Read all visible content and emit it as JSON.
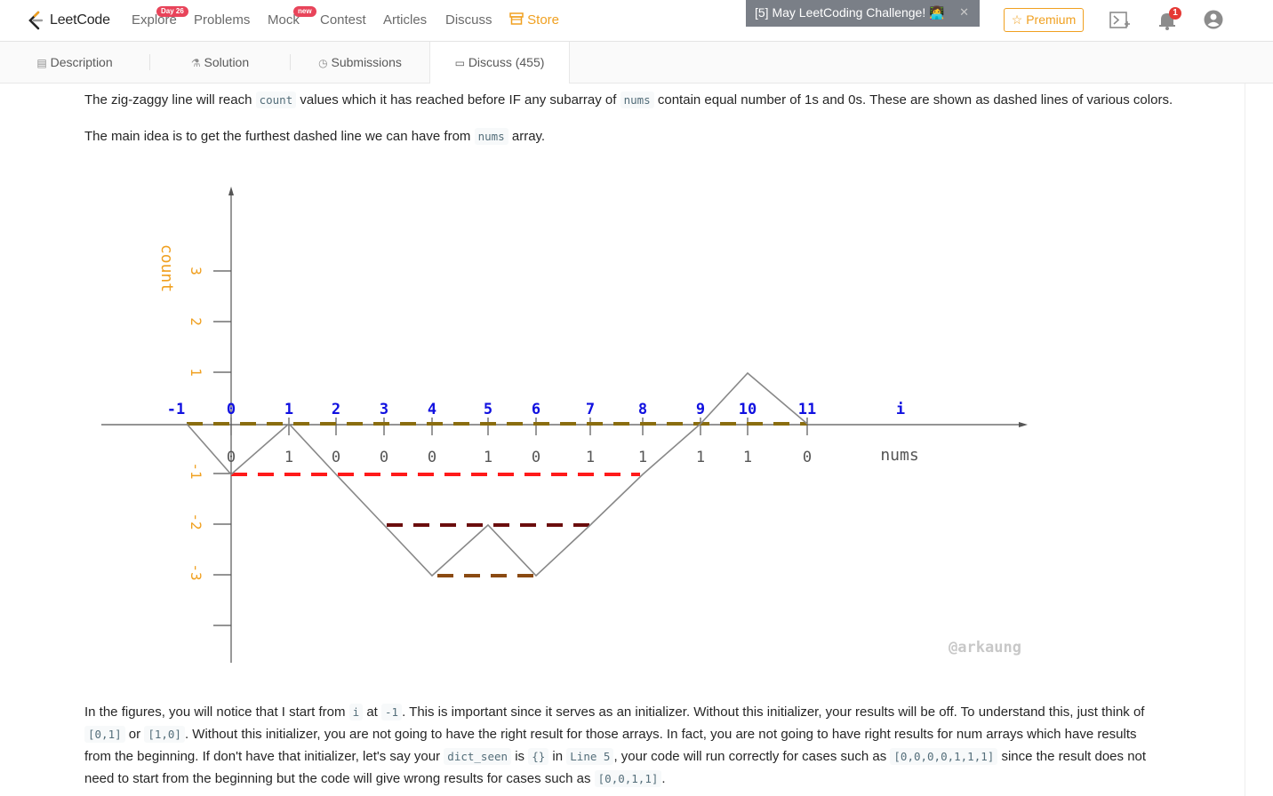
{
  "navbar": {
    "logo_text": "LeetCode",
    "items": [
      {
        "label": "Explore",
        "badge": "Day 26"
      },
      {
        "label": "Problems"
      },
      {
        "label": "Mock",
        "badge": "new"
      },
      {
        "label": "Contest"
      },
      {
        "label": "Articles"
      },
      {
        "label": "Discuss"
      },
      {
        "label": "Store"
      }
    ],
    "challenge": "[5] May LeetCoding Challenge! 👩‍💻",
    "premium": "Premium",
    "notification_count": "1",
    "store_color": "#f0a020"
  },
  "tabs": [
    {
      "label": "Description",
      "icon": "document-icon"
    },
    {
      "label": "Solution",
      "icon": "flask-icon"
    },
    {
      "label": "Submissions",
      "icon": "clock-icon"
    },
    {
      "label": "Discuss (455)",
      "icon": "comment-icon",
      "active": true
    }
  ],
  "post": {
    "p1": {
      "t1": "The zig-zaggy line will reach ",
      "c1": "count",
      "t2": " values which it has reached before IF any subarray of ",
      "c2": "nums",
      "t3": " contain equal number of 1s and 0s. These are shown as dashed lines of various colors."
    },
    "p2": {
      "t1": "The main idea is to get the furthest dashed line we can have from ",
      "c1": "nums",
      "t2": " array."
    },
    "p3": {
      "t1": "In the figures, you will notice that I start from ",
      "c1": "i",
      "t2": " at ",
      "c2": "-1",
      "t3": ". This is important since it serves as an initializer. Without this initializer, your results will be off. To understand this, just think of",
      "c3": "[0,1]",
      "t4": " or ",
      "c4": "[1,0]",
      "t5": ". Without this initializer, you are not going to have the right result for those arrays. In fact, you are not going to have right results for num arrays which have results",
      "t6": "from the beginning. If don't have that initializer, let's say your ",
      "c5": "dict_seen",
      "t7": " is ",
      "c6": "{}",
      "t8": " in ",
      "c7": "Line 5",
      "t9": ", your code will run correctly for cases such as ",
      "c8": "[0,0,0,0,1,1,1]",
      "t10": " since the result does not",
      "t11": "need to start from the beginning but the code will give wrong results for cases such as ",
      "c9": "[0,0,1,1]",
      "t12": "."
    }
  },
  "chart_data": {
    "type": "line",
    "ylabel": "count",
    "x_axis_label": "nums",
    "i_label": "i",
    "i_values": [
      "-1",
      "0",
      "1",
      "2",
      "3",
      "4",
      "5",
      "6",
      "7",
      "8",
      "9",
      "10",
      "11"
    ],
    "nums_values": [
      "0",
      "1",
      "0",
      "0",
      "0",
      "1",
      "0",
      "1",
      "1",
      "1",
      "1",
      "0"
    ],
    "y_ticks": [
      "3",
      "2",
      "1",
      "-1",
      "-2",
      "-3"
    ],
    "count_path": [
      0,
      -1,
      0,
      -1,
      -2,
      -3,
      -2,
      -3,
      -2,
      -1,
      0,
      1,
      0
    ],
    "dashed_lines": [
      {
        "level": 0,
        "color": "#8a6d10"
      },
      {
        "level": -1,
        "color": "#ff1a1a"
      },
      {
        "level": -2,
        "color": "#6b0d0d"
      },
      {
        "level": -3,
        "color": "#8a4a12"
      }
    ],
    "watermark": "@arkaung",
    "colors": {
      "i_labels": "#1010e0",
      "y_labels": "#f0a020",
      "axis": "#555555",
      "path": "#888888"
    }
  }
}
